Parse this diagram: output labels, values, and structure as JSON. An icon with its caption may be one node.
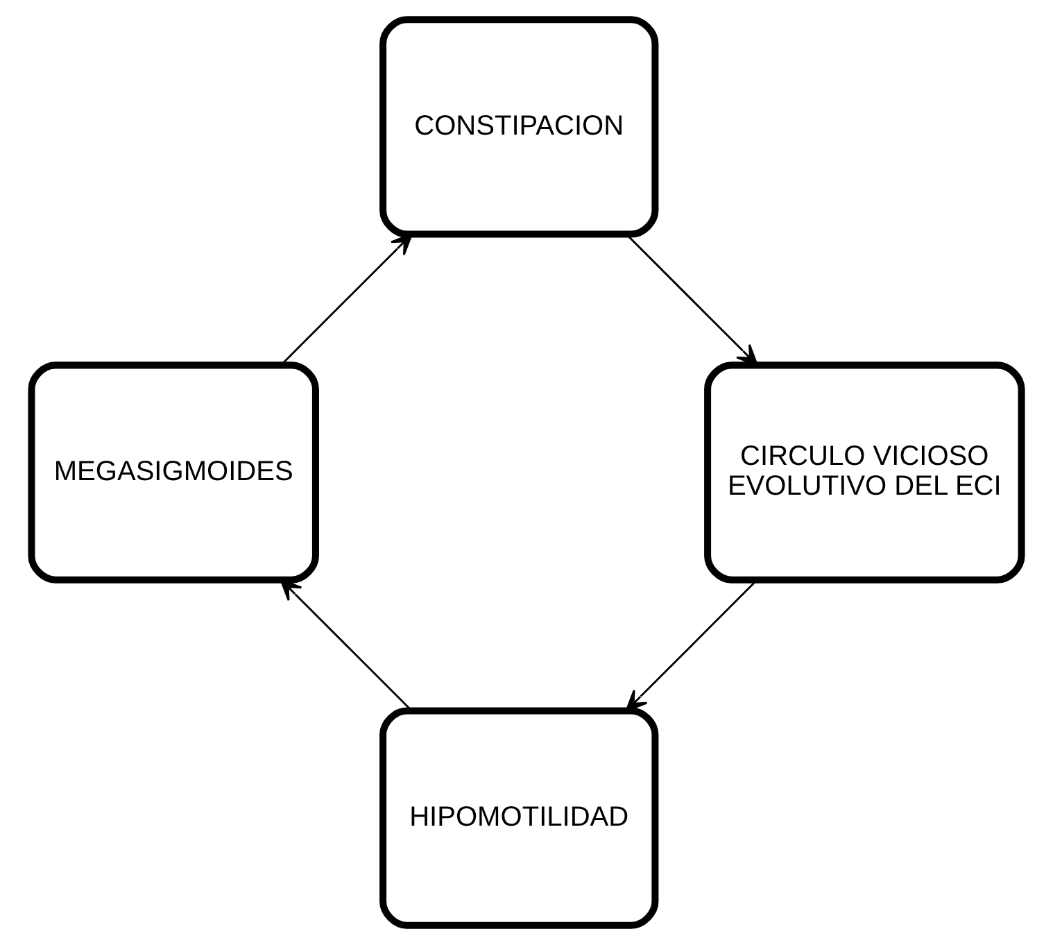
{
  "diagram": {
    "nodes": [
      {
        "text": [
          "HIPOMOTILIDAD"
        ]
      },
      {
        "text": [
          "MEGASIGMOIDES"
        ]
      },
      {
        "text": [
          "CONSTIPACION"
        ]
      },
      {
        "text": [
          "CIRCULO VICIOSO EVOLUTIVO DEL ECI"
        ]
      }
    ],
    "edges": [
      {
        "from": 0,
        "to": 1,
        "arrow": "to"
      },
      {
        "from": 1,
        "to": 2,
        "arrow": "to"
      },
      {
        "from": 2,
        "to": 3,
        "arrow": "to"
      },
      {
        "from": 3,
        "to": 0,
        "arrow": "to"
      }
    ]
  }
}
